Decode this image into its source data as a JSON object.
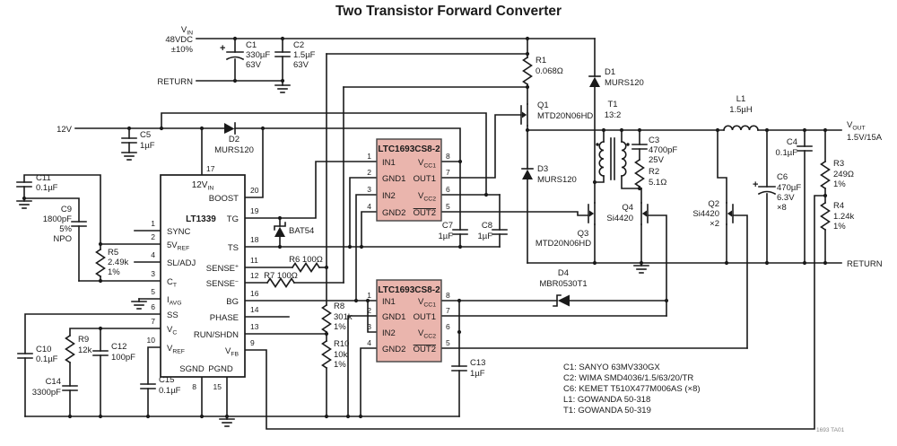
{
  "title": "Two Transistor Forward Converter",
  "input": {
    "vin": {
      "t": "V",
      "s": "IN"
    },
    "voltage": "48VDC",
    "tolerance": "±10%",
    "return_label": "RETURN",
    "rail_12v": "12V"
  },
  "output": {
    "vout": {
      "t": "V",
      "s": "OUT"
    },
    "spec": "1.5V/15A",
    "return_label": "RETURN"
  },
  "lt1339": {
    "part": "LT1339",
    "top_pin": {
      "n": "17",
      "t": "12V",
      "s": "IN"
    },
    "left": [
      {
        "n": "1",
        "t": "SYNC"
      },
      {
        "n": "2",
        "t": "5V",
        "s": "REF"
      },
      {
        "n": "4",
        "t": "SL/ADJ"
      },
      {
        "n": "3",
        "t": "C",
        "s": "T"
      },
      {
        "n": "5",
        "t": "I",
        "s": "AVG"
      },
      {
        "n": "6",
        "t": "SS"
      },
      {
        "n": "7",
        "t": "V",
        "s": "C"
      },
      {
        "n": "10",
        "t": "V",
        "s": "REF"
      }
    ],
    "right": [
      {
        "n": "20",
        "t": "BOOST"
      },
      {
        "n": "19",
        "t": "TG"
      },
      {
        "n": "18",
        "t": "TS"
      },
      {
        "n": "11",
        "t": "SENSE",
        "sup": "+"
      },
      {
        "n": "12",
        "t": "SENSE",
        "sup": "−"
      },
      {
        "n": "16",
        "t": "BG"
      },
      {
        "n": "14",
        "t": "PHASE"
      },
      {
        "n": "13",
        "t": "RUN/SHDN"
      },
      {
        "n": "9",
        "t": "V",
        "s": "FB"
      }
    ],
    "bottom": [
      {
        "n": "8",
        "t": "SGND"
      },
      {
        "n": "15",
        "t": "PGND"
      }
    ]
  },
  "ltc1693": {
    "part": "LTC1693CS8-2",
    "left": [
      {
        "n": "1",
        "t": "IN1"
      },
      {
        "n": "2",
        "t": "GND1"
      },
      {
        "n": "3",
        "t": "IN2"
      },
      {
        "n": "4",
        "t": "GND2"
      }
    ],
    "right": [
      {
        "n": "8",
        "t": "V",
        "s": "CC1"
      },
      {
        "n": "7",
        "t": "OUT1"
      },
      {
        "n": "6",
        "t": "V",
        "s": "CC2"
      },
      {
        "n": "5",
        "t": "OUT2"
      }
    ]
  },
  "components": {
    "c1": {
      "ref": "C1",
      "v1": "330µF",
      "v2": "63V",
      "plus": "+"
    },
    "c2": {
      "ref": "C2",
      "v1": "1.5µF",
      "v2": "63V"
    },
    "c5": {
      "ref": "C5",
      "v1": "1µF"
    },
    "d2": {
      "ref": "D2",
      "v1": "MURS120"
    },
    "c11": {
      "ref": "C11",
      "v1": "0.1µF"
    },
    "c9": {
      "ref": "C9",
      "v1": "1800pF",
      "v2": "5%",
      "v3": "NPO"
    },
    "r5": {
      "ref": "R5",
      "v1": "2.49k",
      "v2": "1%"
    },
    "c10": {
      "ref": "C10",
      "v1": "0.1µF"
    },
    "r9": {
      "ref": "R9",
      "v1": "12k"
    },
    "c12": {
      "ref": "C12",
      "v1": "100pF"
    },
    "c14": {
      "ref": "C14",
      "v1": "3300pF"
    },
    "c15": {
      "ref": "C15",
      "v1": "0.1µF"
    },
    "r6": {
      "ref": "R6 100Ω"
    },
    "r7": {
      "ref": "R7 100Ω"
    },
    "bat54": {
      "ref": "BAT54"
    },
    "r8": {
      "ref": "R8",
      "v1": "301k",
      "v2": "1%"
    },
    "r10": {
      "ref": "R10",
      "v1": "10k",
      "v2": "1%"
    },
    "r1": {
      "ref": "R1",
      "v1": "0.068Ω"
    },
    "q1": {
      "ref": "Q1",
      "v1": "MTD20N06HD"
    },
    "d1": {
      "ref": "D1",
      "v1": "MURS120"
    },
    "d3": {
      "ref": "D3",
      "v1": "MURS120"
    },
    "t1": {
      "ref": "T1",
      "v1": "13:2"
    },
    "c3": {
      "ref": "C3",
      "v1": "4700pF",
      "v2": "25V"
    },
    "r2": {
      "ref": "R2",
      "v1": "5.1Ω"
    },
    "q3": {
      "ref": "Q3",
      "v1": "MTD20N06HD"
    },
    "q4": {
      "ref": "Q4",
      "v1": "Si4420"
    },
    "q2": {
      "ref": "Q2",
      "v1": "Si4420",
      "v2": "×2"
    },
    "d4": {
      "ref": "D4",
      "v1": "MBR0530T1"
    },
    "c7": {
      "ref": "C7",
      "v1": "1µF"
    },
    "c8": {
      "ref": "C8",
      "v1": "1µF"
    },
    "c13": {
      "ref": "C13",
      "v1": "1µF"
    },
    "l1": {
      "ref": "L1",
      "v1": "1.5µH"
    },
    "c4": {
      "ref": "C4",
      "v1": "0.1µF"
    },
    "c6": {
      "ref": "C6",
      "v1": "470µF",
      "v2": "6.3V",
      "v3": "×8",
      "plus": "+"
    },
    "r3": {
      "ref": "R3",
      "v1": "249Ω",
      "v2": "1%"
    },
    "r4": {
      "ref": "R4",
      "v1": "1.24k",
      "v2": "1%"
    }
  },
  "notes": [
    "C1: SANYO 63MV330GX",
    "C2: WIMA SMD4036/1.5/63/20/TR",
    "C6: KEMET T510X477M006AS (×8)",
    "L1: GOWANDA 50-318",
    "T1: GOWANDA 50-319"
  ],
  "tag": "1693 TA01"
}
